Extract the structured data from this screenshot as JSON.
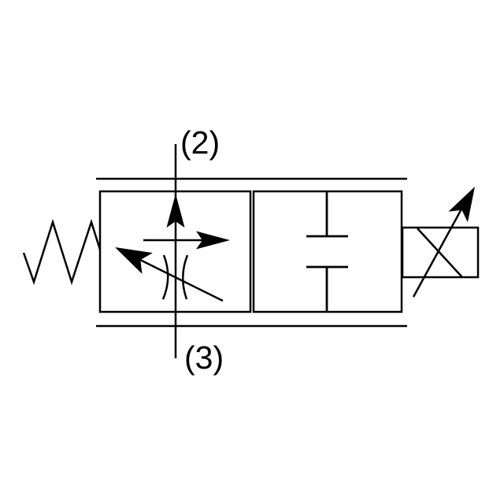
{
  "diagram": {
    "title": "proportional-throttle-valve-schematic",
    "colors": {
      "line": "#000000",
      "background": "#ffffff"
    },
    "ports": {
      "top_label": "(2)",
      "bottom_label": "(3)"
    },
    "components": {
      "spring": "spring-return",
      "solenoid": "proportional-solenoid-with-adjustment-arrow",
      "left_position": "open-flow-path-with-adjustable-throttle",
      "right_position": "blocked-ports",
      "rails": "intermediate-positioning-parallel-lines",
      "throttle": "variable-orifice"
    }
  }
}
